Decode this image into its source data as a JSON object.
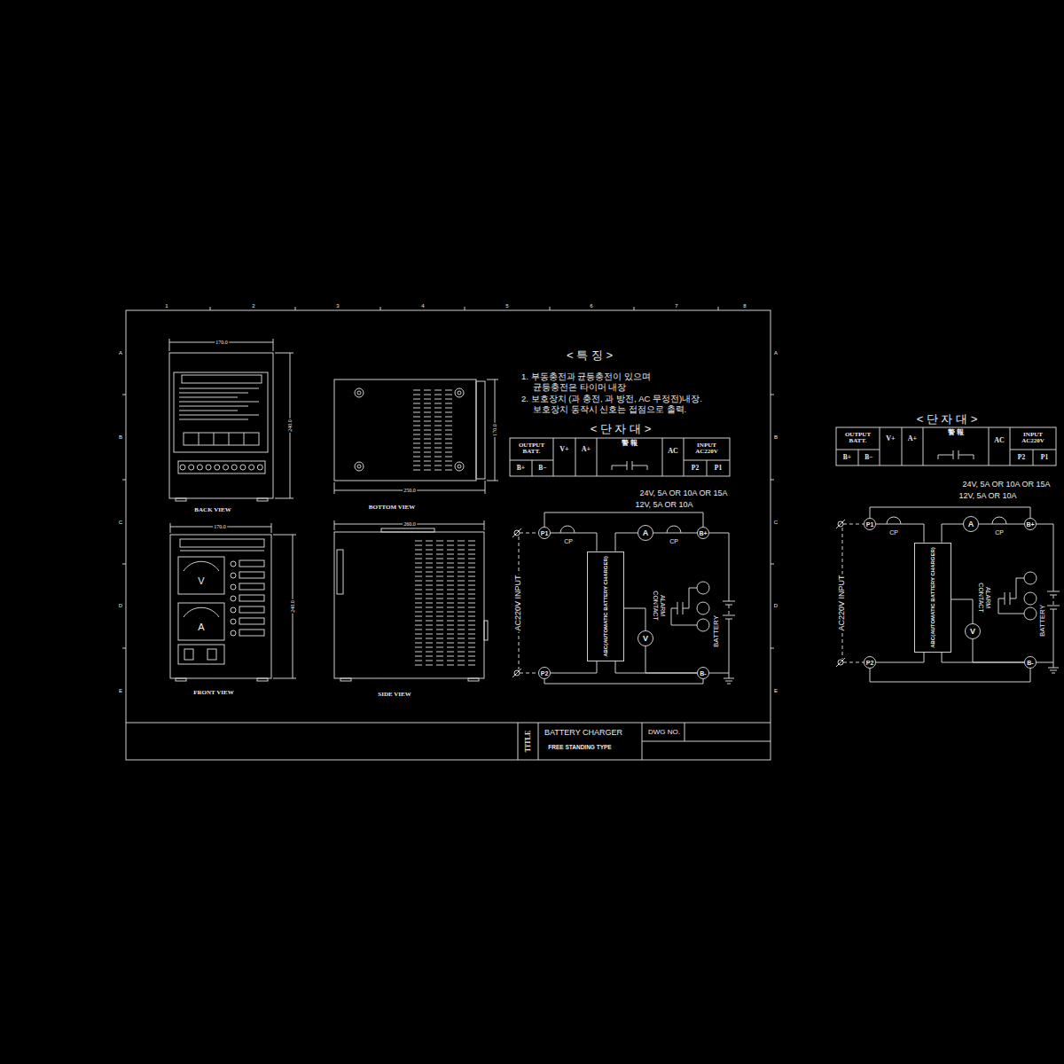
{
  "diagram": {
    "nodes": [
      {
        "text": [
          "P1"
        ]
      },
      {
        "text": [
          "ABC(AUTOMATIC BATTERY CHARGER)"
        ]
      },
      {
        "text": [
          "A"
        ]
      },
      {
        "text": [
          "B+"
        ]
      },
      {
        "text": [
          "V"
        ]
      },
      {
        "text": [
          "P2"
        ]
      },
      {
        "text": [
          "B-"
        ]
      },
      {
        "text": [
          "P1"
        ]
      },
      {
        "text": [
          "ABC(AUTOMATIC BATTERY CHARGER)"
        ]
      },
      {
        "text": [
          "A"
        ]
      },
      {
        "text": [
          "B+"
        ]
      },
      {
        "text": [
          "V"
        ]
      },
      {
        "text": [
          "P2"
        ]
      },
      {
        "text": [
          "B-"
        ]
      }
    ],
    "edges": [
      {
        "from": 0,
        "to": 1,
        "arrow": "none"
      },
      {
        "from": 1,
        "to": 2,
        "arrow": "none"
      },
      {
        "from": 2,
        "to": 3,
        "arrow": "none"
      },
      {
        "from": 5,
        "to": 1,
        "arrow": "none"
      },
      {
        "from": 1,
        "to": 6,
        "arrow": "none"
      },
      {
        "from": 1,
        "to": 4,
        "arrow": "none"
      },
      {
        "from": 4,
        "to": 6,
        "arrow": "none"
      },
      {
        "from": 7,
        "to": 8,
        "arrow": "none"
      },
      {
        "from": 8,
        "to": 9,
        "arrow": "none"
      },
      {
        "from": 9,
        "to": 10,
        "arrow": "none"
      },
      {
        "from": 12,
        "to": 8,
        "arrow": "none"
      },
      {
        "from": 8,
        "to": 13,
        "arrow": "none"
      },
      {
        "from": 8,
        "to": 11,
        "arrow": "none"
      },
      {
        "from": 11,
        "to": 13,
        "arrow": "none"
      }
    ],
    "labels": [
      "1",
      "2",
      "3",
      "4",
      "5",
      "6",
      "7",
      "8",
      "A",
      "B",
      "C",
      "D",
      "E",
      "A",
      "B",
      "C",
      "D",
      "E",
      "170.0",
      "240.0",
      "BACK VIEW",
      "250.0",
      "170.0",
      "BOTTOM VIEW",
      "170.0",
      "240.0",
      "V",
      "A",
      "FRONT VIEW",
      "260.0",
      "SIDE VIEW",
      "< 특 징 >",
      "1. 부동충전과 균등충전이 있으며",
      "균등충전은 타이머 내장",
      "2. 보호장치 (과 충전, 과 방전, AC 무정전)내장.",
      "보호장치 동작시 신호는 접점으로 출력.",
      "< 단 자 대 >",
      "OUTPUT BATT.",
      "B+",
      "B−",
      "V+",
      "A+",
      "警 報",
      "AC",
      "INPUT AC220V",
      "P2",
      "P1",
      "24V, 5A OR 10A OR 15A",
      "12V, 5A OR 10A",
      "CP",
      "CP",
      "AC220V INPUT",
      "ALARM CONTACT",
      "BATTERY",
      "TITLE",
      "BATTERY CHARGER",
      "FREE STANDING TYPE",
      "DWG NO.",
      "< 단 자 대 >",
      "OUTPUT BATT.",
      "B+",
      "B−",
      "V+",
      "A+",
      "警 報",
      "AC",
      "INPUT AC220V",
      "P2",
      "P1",
      "24V, 5A OR 10A OR 15A",
      "12V, 5A OR 10A",
      "CP",
      "CP",
      "AC220V INPUT",
      "ALARM CONTACT",
      "BATTERY"
    ]
  }
}
